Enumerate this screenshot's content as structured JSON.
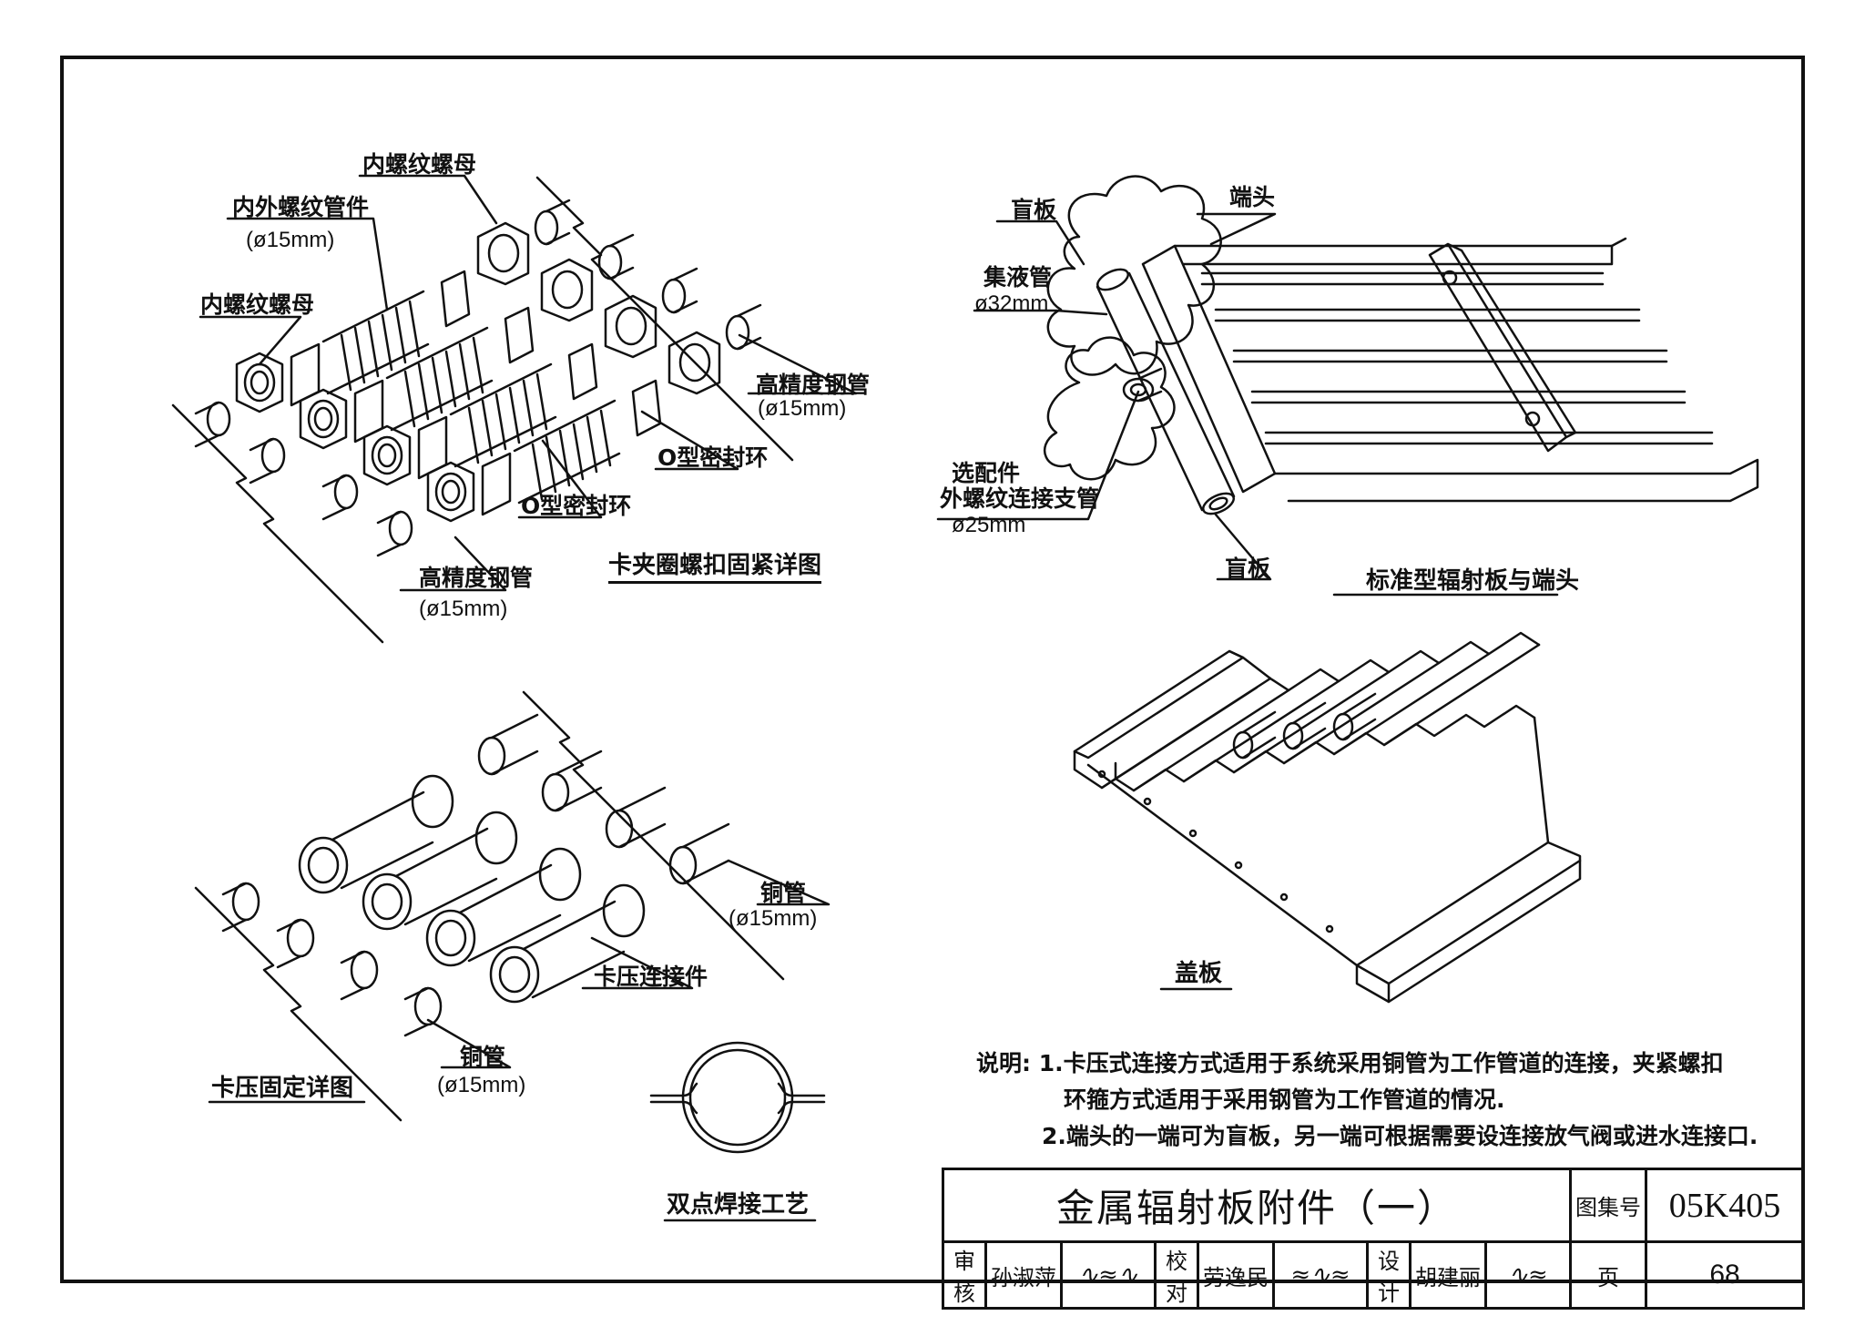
{
  "labels": {
    "inner_thread_nut_top": "内螺纹螺母",
    "inner_outer_fitting": "内外螺纹管件",
    "fitting_dim": "(ø15mm)",
    "inner_thread_nut_left": "内螺纹螺母",
    "hp_steel_pipe_right": "高精度钢管",
    "hp_steel_pipe_right_dim": "(ø15mm)",
    "oring_right": "O型密封环",
    "oring_left": "O型密封环",
    "hp_steel_pipe_bottom": "高精度钢管",
    "hp_steel_pipe_bottom_dim": "(ø15mm)",
    "blind_plate_top": "盲板",
    "end_head": "端头",
    "header_pipe": "集液管",
    "header_pipe_dim": "ø32mm",
    "optional_part": "选配件",
    "outer_thread_branch": "外螺纹连接支管",
    "branch_dim": "ø25mm",
    "blind_plate_bottom": "盲板",
    "copper_pipe_right": "铜管",
    "copper_pipe_right_dim": "(ø15mm)",
    "press_fitting": "卡压连接件",
    "copper_pipe_bottom": "铜管",
    "copper_pipe_bottom_dim": "(ø15mm)"
  },
  "captions": {
    "clamp_detail": "卡夹圈螺扣固紧详图",
    "standard_panel": "标准型辐射板与端头",
    "cover_plate": "盖板",
    "press_detail": "卡压固定详图",
    "double_weld": "双点焊接工艺"
  },
  "notes": {
    "prefix": "说明:",
    "line1": "1.卡压式连接方式适用于系统采用铜管为工作管道的连接，夹紧螺扣",
    "line1b": "环箍方式适用于采用钢管为工作管道的情况.",
    "line2": "2.端头的一端可为盲板，另一端可根据需要设连接放气阀或进水连接口."
  },
  "title_block": {
    "title": "金属辐射板附件（一）",
    "atlas_label": "图集号",
    "atlas_no": "05K405",
    "review_label": "审核",
    "reviewer": "孙淑萍",
    "check_label": "校对",
    "checker": "劳逸民",
    "design_label": "设计",
    "designer": "胡建丽",
    "page_label": "页",
    "page_no": "68"
  }
}
